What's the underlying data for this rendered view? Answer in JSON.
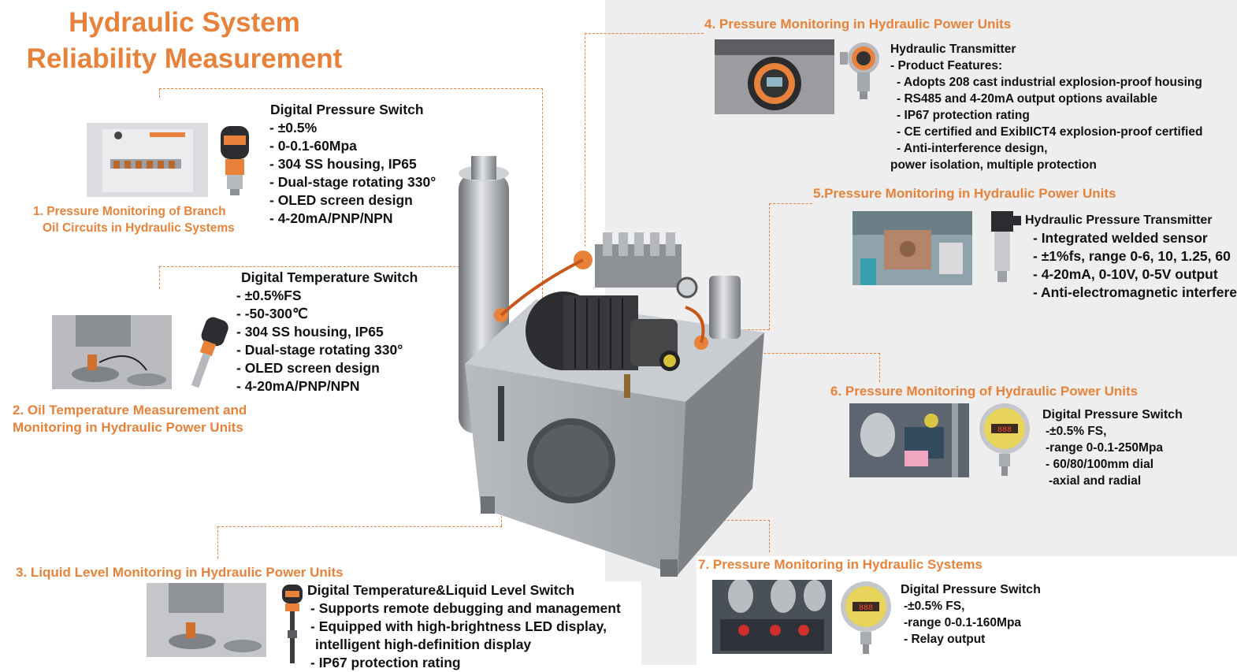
{
  "title": {
    "line1": "Hydraulic System",
    "line2": "Reliability Measurement"
  },
  "sections": [
    {
      "caption": [
        "1. Pressure Monitoring of Branch",
        "Oil Circuits in Hydraulic Systems"
      ],
      "product": "Digital  Pressure Switch",
      "items": [
        "- ±0.5%",
        "- 0-0.1-60Mpa",
        "- 304 SS housing, IP65",
        "- Dual-stage rotating 330°",
        "- OLED screen design",
        "- 4-20mA/PNP/NPN"
      ]
    },
    {
      "caption": [
        "2. Oil Temperature Measurement and",
        "Monitoring in Hydraulic Power Units"
      ],
      "product": "Digital  Temperature Switch",
      "items": [
        "- ±0.5%FS",
        "- -50-300℃",
        "- 304 SS housing, IP65",
        "- Dual-stage rotating 330°",
        "- OLED screen design",
        "- 4-20mA/PNP/NPN"
      ]
    },
    {
      "caption": [
        "3. Liquid Level Monitoring in Hydraulic Power Units"
      ],
      "product": "Digital  Temperature&Liquid Level Switch",
      "items": [
        "- Supports remote debugging and management",
        "- Equipped with high-brightness LED display,",
        "  intelligent high-definition display",
        "- IP67 protection rating"
      ]
    },
    {
      "caption": [
        "4. Pressure Monitoring in Hydraulic Power Units"
      ],
      "product": "Hydraulic Transmitter",
      "items": [
        "- Product Features:",
        "  - Adopts 208 cast industrial explosion-proof housing",
        "  - RS485 and 4-20mA output options available",
        "  - IP67 protection rating",
        "  - CE certified and ExibIICT4 explosion-proof certified",
        "  - Anti-interference design,",
        "power isolation, multiple protection"
      ]
    },
    {
      "caption": [
        "5.Pressure Monitoring in Hydraulic Power Units"
      ],
      "product": "Hydraulic Pressure Transmitter",
      "items": [
        "- Integrated welded sensor",
        "- ±1%fs,  range 0-6, 10, 1.25, 60",
        "- 4-20mA, 0-10V, 0-5V output",
        "- Anti-electromagnetic interference"
      ]
    },
    {
      "caption": [
        "6. Pressure Monitoring of Hydraulic Power Units"
      ],
      "product": "Digital Pressure Switch",
      "items": [
        "-±0.5% FS,",
        "-range 0-0.1-250Mpa",
        "- 60/80/100mm dial",
        "-axial and radial"
      ]
    },
    {
      "caption": [
        "7. Pressure Monitoring in Hydraulic Systems"
      ],
      "product": "Digital Pressure Switch",
      "items": [
        "-±0.5% FS,",
        "-range 0-0.1-160Mpa",
        "- Relay output"
      ]
    }
  ],
  "colors": {
    "accent": "#e8823a",
    "steel": "#9a9ea3",
    "dark": "#2b2d30"
  },
  "icons": [
    "pressure-switch-icon",
    "temperature-switch-icon",
    "level-switch-icon",
    "transmitter-icon",
    "pressure-transmitter-icon",
    "dial-gauge-icon"
  ]
}
